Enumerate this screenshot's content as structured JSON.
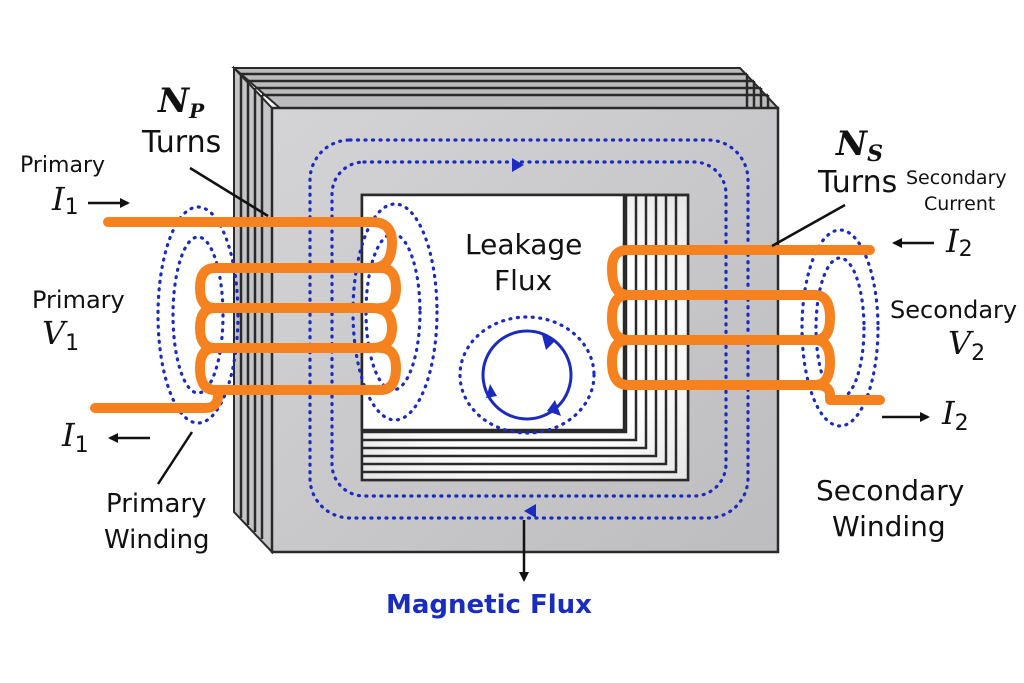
{
  "colors": {
    "winding": "#f5821f",
    "flux": "#1a2bbf",
    "core_face": "#c8c8ca",
    "core_edge": "#2a2a2a",
    "text": "#111111"
  },
  "labels": {
    "np_symbol": "N",
    "np_sub": "P",
    "np_turns": "Turns",
    "ns_symbol": "N",
    "ns_sub": "S",
    "ns_turns": "Turns",
    "primary_current_label": "Primary",
    "primary_i1_in": "I",
    "primary_i1_in_sub": "1",
    "primary_voltage_label": "Primary",
    "primary_v1": "V",
    "primary_v1_sub": "1",
    "primary_i1_out": "I",
    "primary_i1_out_sub": "1",
    "primary_winding_line1": "Primary",
    "primary_winding_line2": "Winding",
    "leakage_line1": "Leakage",
    "leakage_line2": "Flux",
    "secondary_current_line1": "Secondary",
    "secondary_current_line2": "Current",
    "secondary_i2_in": "I",
    "secondary_i2_in_sub": "2",
    "secondary_voltage_label": "Secondary",
    "secondary_v2": "V",
    "secondary_v2_sub": "2",
    "secondary_i2_out": "I",
    "secondary_i2_out_sub": "2",
    "secondary_winding_line1": "Secondary",
    "secondary_winding_line2": "Winding",
    "magnetic_flux": "Magnetic Flux"
  }
}
